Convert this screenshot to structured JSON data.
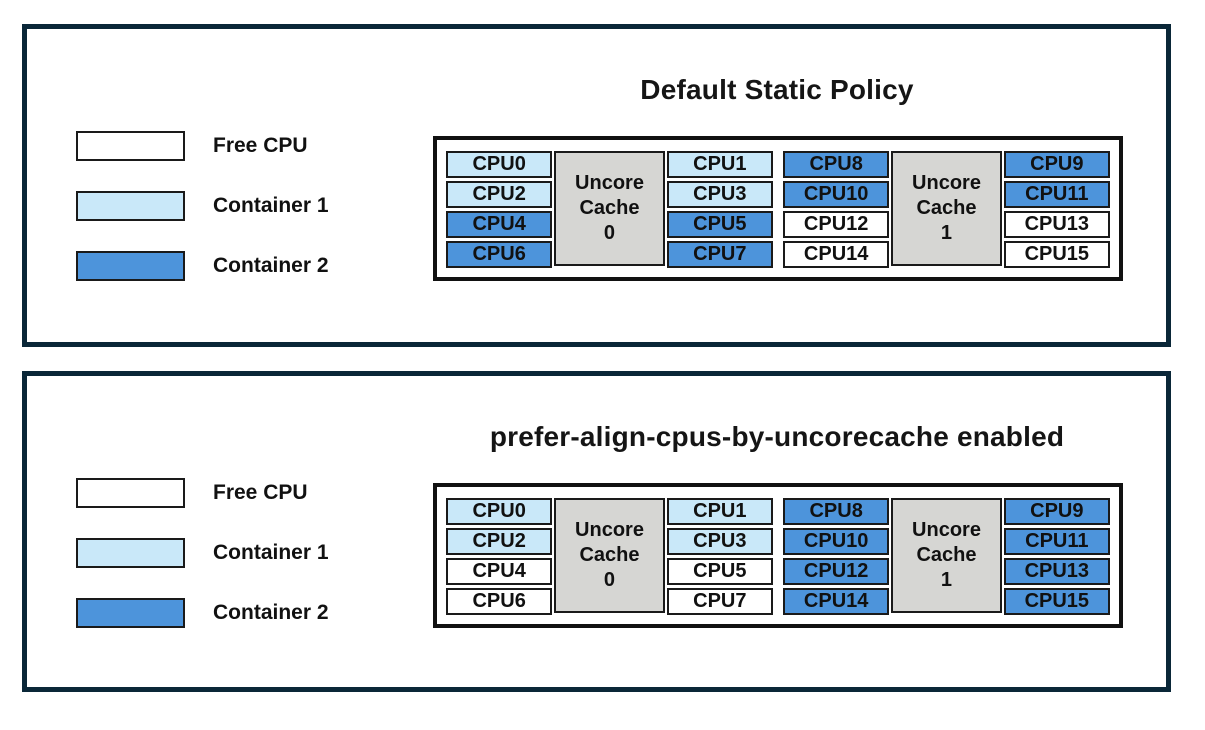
{
  "colors": {
    "free": "#ffffff",
    "container1": "#c9e8f9",
    "container2": "#4d94db",
    "cache": "#d6d6d3",
    "panel_border": "#0a2738",
    "diagram_border": "#111111",
    "cell_border": "#1a1a1a"
  },
  "legend": {
    "items": [
      {
        "label": "Free CPU",
        "fill": "free"
      },
      {
        "label": "Container 1",
        "fill": "container1"
      },
      {
        "label": "Container 2",
        "fill": "container2"
      }
    ]
  },
  "panels": [
    {
      "title": "Default Static Policy",
      "groups": [
        {
          "cache": [
            "Uncore",
            "Cache",
            "0"
          ],
          "left": [
            {
              "label": "CPU0",
              "fill": "container1"
            },
            {
              "label": "CPU2",
              "fill": "container1"
            },
            {
              "label": "CPU4",
              "fill": "container2"
            },
            {
              "label": "CPU6",
              "fill": "container2"
            }
          ],
          "right": [
            {
              "label": "CPU1",
              "fill": "container1"
            },
            {
              "label": "CPU3",
              "fill": "container1"
            },
            {
              "label": "CPU5",
              "fill": "container2"
            },
            {
              "label": "CPU7",
              "fill": "container2"
            }
          ]
        },
        {
          "cache": [
            "Uncore",
            "Cache",
            "1"
          ],
          "left": [
            {
              "label": "CPU8",
              "fill": "container2"
            },
            {
              "label": "CPU10",
              "fill": "container2"
            },
            {
              "label": "CPU12",
              "fill": "free"
            },
            {
              "label": "CPU14",
              "fill": "free"
            }
          ],
          "right": [
            {
              "label": "CPU9",
              "fill": "container2"
            },
            {
              "label": "CPU11",
              "fill": "container2"
            },
            {
              "label": "CPU13",
              "fill": "free"
            },
            {
              "label": "CPU15",
              "fill": "free"
            }
          ]
        }
      ]
    },
    {
      "title": "prefer-align-cpus-by-uncorecache enabled",
      "groups": [
        {
          "cache": [
            "Uncore",
            "Cache",
            "0"
          ],
          "left": [
            {
              "label": "CPU0",
              "fill": "container1"
            },
            {
              "label": "CPU2",
              "fill": "container1"
            },
            {
              "label": "CPU4",
              "fill": "free"
            },
            {
              "label": "CPU6",
              "fill": "free"
            }
          ],
          "right": [
            {
              "label": "CPU1",
              "fill": "container1"
            },
            {
              "label": "CPU3",
              "fill": "container1"
            },
            {
              "label": "CPU5",
              "fill": "free"
            },
            {
              "label": "CPU7",
              "fill": "free"
            }
          ]
        },
        {
          "cache": [
            "Uncore",
            "Cache",
            "1"
          ],
          "left": [
            {
              "label": "CPU8",
              "fill": "container2"
            },
            {
              "label": "CPU10",
              "fill": "container2"
            },
            {
              "label": "CPU12",
              "fill": "container2"
            },
            {
              "label": "CPU14",
              "fill": "container2"
            }
          ],
          "right": [
            {
              "label": "CPU9",
              "fill": "container2"
            },
            {
              "label": "CPU11",
              "fill": "container2"
            },
            {
              "label": "CPU13",
              "fill": "container2"
            },
            {
              "label": "CPU15",
              "fill": "container2"
            }
          ]
        }
      ]
    }
  ]
}
